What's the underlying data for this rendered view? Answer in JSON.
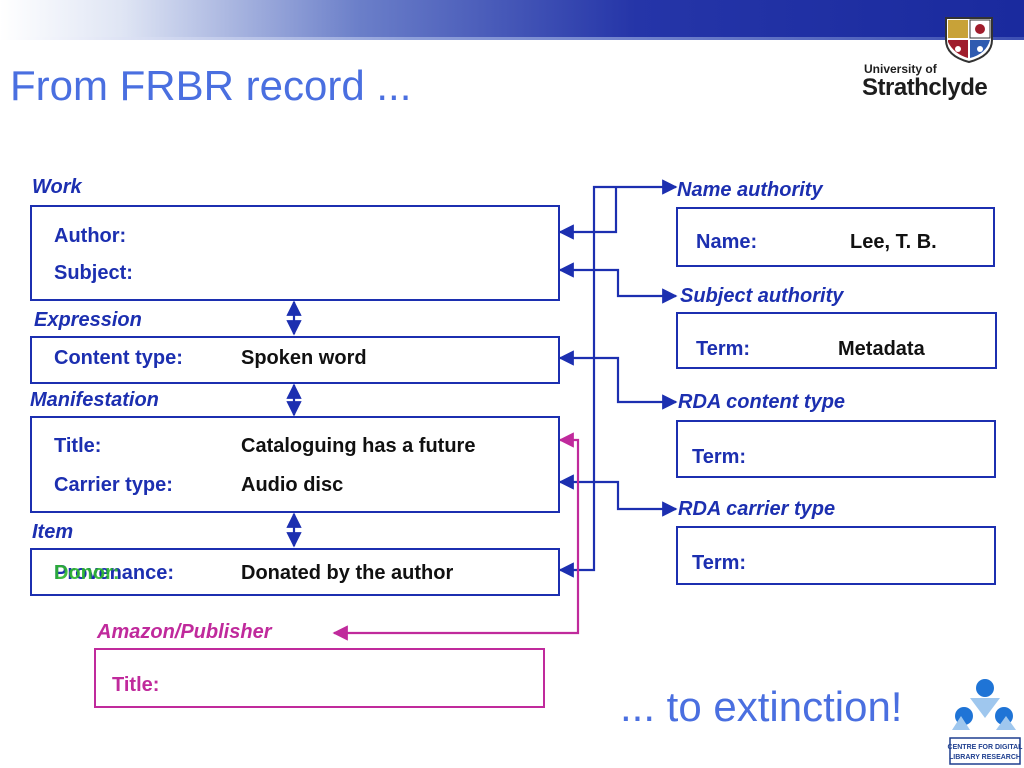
{
  "slide": {
    "title": "From FRBR record ...",
    "conclusion": "... to extinction!"
  },
  "logo": {
    "university_line1": "University of",
    "university_line2": "Strathclyde",
    "cdlr_line1": "CENTRE FOR DIGITAL",
    "cdlr_line2": "LIBRARY RESEARCH"
  },
  "frbr": {
    "work": {
      "label": "Work",
      "author_label": "Author:",
      "subject_label": "Subject:"
    },
    "expression": {
      "label": "Expression",
      "content_type_label": "Content type:",
      "content_type_value": "Spoken word"
    },
    "manifestation": {
      "label": "Manifestation",
      "title_label": "Title:",
      "title_value": "Cataloguing has a future",
      "carrier_type_label": "Carrier type:",
      "carrier_type_value": "Audio disc"
    },
    "item": {
      "label": "Item",
      "provenance_label": "Provenance:",
      "donor_label": "Donor:",
      "provenance_value": "Donated by the author"
    }
  },
  "authorities": {
    "name": {
      "label": "Name authority",
      "field_label": "Name:",
      "field_value": "Lee, T. B."
    },
    "subject": {
      "label": "Subject authority",
      "field_label": "Term:",
      "field_value": "Metadata"
    },
    "content_type": {
      "label": "RDA content type",
      "field_label": "Term:"
    },
    "carrier_type": {
      "label": "RDA carrier type",
      "field_label": "Term:"
    }
  },
  "amazon": {
    "label": "Amazon/Publisher",
    "field_label": "Title:"
  },
  "colors": {
    "frbr_blue": "#1c2fb0",
    "amazon_magenta": "#c02a9c",
    "title_blue": "#4a6fe0",
    "donor_green": "#2db82d"
  }
}
